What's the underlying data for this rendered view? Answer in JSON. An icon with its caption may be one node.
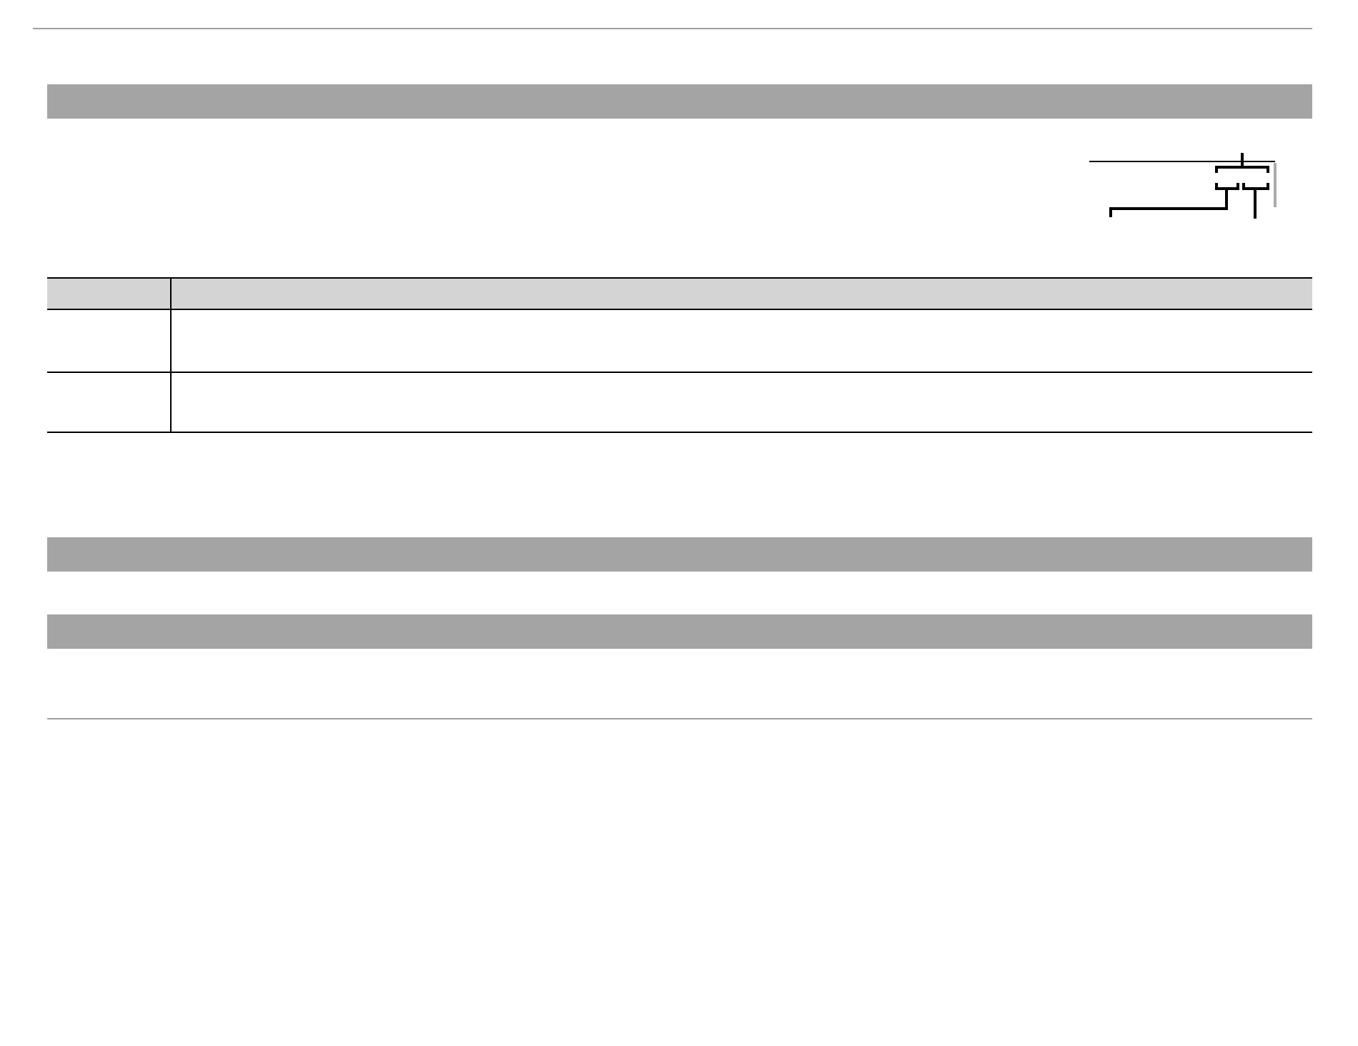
{
  "diagram": {
    "nodes": [
      {
        "text": [],
        "shape": "bar"
      },
      {
        "text": [],
        "shape": "bar"
      },
      {
        "text": [],
        "shape": "bar"
      }
    ]
  }
}
